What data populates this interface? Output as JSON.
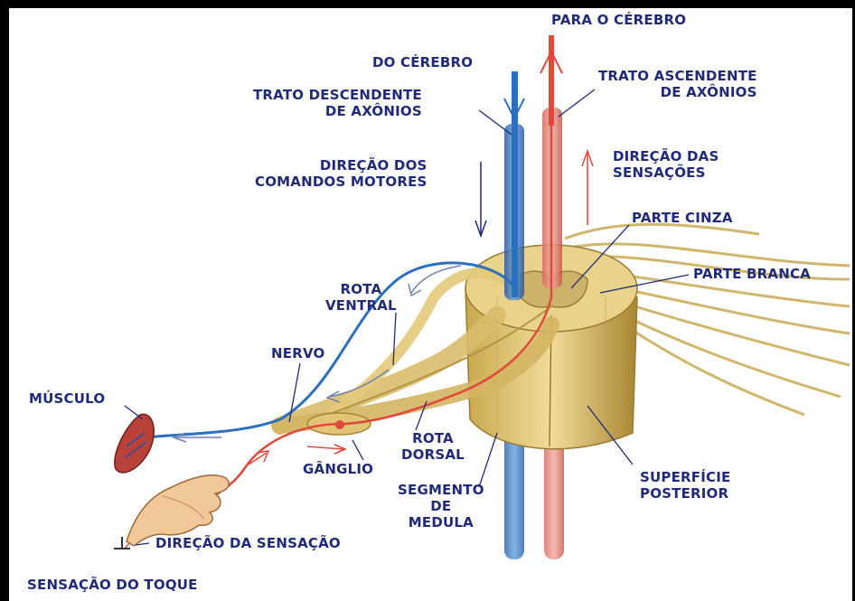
{
  "labels": {
    "to_brain": "PARA O CÉREBRO",
    "from_brain": "DO CÉREBRO",
    "descending_tract": "TRATO DESCENDENTE\nDE AXÔNIOS",
    "ascending_tract": "TRATO ASCENDENTE\nDE AXÔNIOS",
    "motor_direction": "DIREÇÃO DOS\nCOMANDOS MOTORES",
    "sensation_direction_up": "DIREÇÃO DAS\nSENSAÇÕES",
    "gray_matter": "PARTE CINZA",
    "white_matter": "PARTE BRANCA",
    "ventral_root": "ROTA\nVENTRAL",
    "nerve": "NERVO",
    "muscle": "MÚSCULO",
    "ganglion": "GÂNGLIO",
    "dorsal_root": "ROTA\nDORSAL",
    "cord_segment": "SEGMENTO\nDE\nMEDULA",
    "posterior_surface": "SUPERFÍCIE\nPOSTERIOR",
    "sensation_direction": "DIREÇÃO DA SENSAÇÃO",
    "touch_sensation": "SENSAÇÃO DO TOQUE"
  },
  "colors": {
    "label": "#1f2a7a",
    "motor_tract": "#2b6fbf",
    "sensory_tract": "#e0493a",
    "cord_tissue": "#e3c979"
  }
}
